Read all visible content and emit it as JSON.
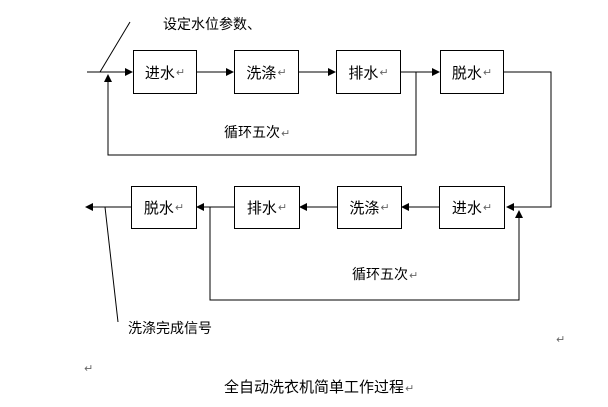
{
  "top_row": {
    "steps": [
      "进水",
      "洗涤",
      "排水",
      "脱水"
    ],
    "loop_label": "循环五次",
    "start_annotation": "设定水位参数、"
  },
  "bottom_row": {
    "steps": [
      "脱水",
      "排水",
      "洗涤",
      "进水"
    ],
    "loop_label": "循环五次",
    "end_annotation": "洗涤完成信号"
  },
  "caption": "全自动洗衣机简单工作过程",
  "para_mark": "↵"
}
